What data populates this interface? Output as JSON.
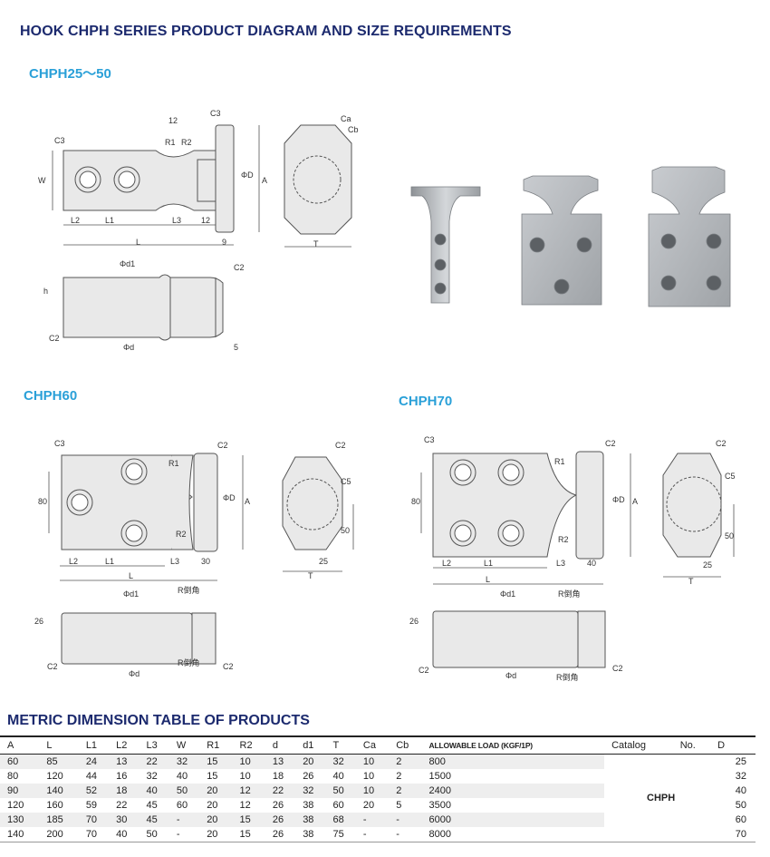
{
  "page_title": "HOOK CHPH SERIES PRODUCT DIAGRAM AND SIZE REQUIREMENTS",
  "sections": {
    "s1": "CHPH25～50",
    "s2": "CHPH60",
    "s3": "CHPH70"
  },
  "drawing_labels": {
    "c3": "C3",
    "c2": "C2",
    "c5": "C5",
    "ca": "Ca",
    "cb": "Cb",
    "w": "W",
    "l": "L",
    "l1": "L1",
    "l2": "L2",
    "l3": "L3",
    "n12": "12",
    "n9": "9",
    "n5": "5",
    "n80": "80",
    "n30": "30",
    "n40": "40",
    "n50": "50",
    "n25": "25",
    "n26": "26",
    "r1": "R1",
    "r2": "R2",
    "phid": "ΦD",
    "a": "A",
    "t": "T",
    "h": "h",
    "phid1": "Φd1",
    "phidsmall": "Φd",
    "rchamfer": "R倒角"
  },
  "table": {
    "title": "METRIC DIMENSION TABLE OF PRODUCTS",
    "headers": [
      "A",
      "L",
      "L1",
      "L2",
      "L3",
      "W",
      "R1",
      "R2",
      "d",
      "d1",
      "T",
      "Ca",
      "Cb",
      "ALLOWABLE LOAD (KGF/1P)",
      "Catalog",
      "No.",
      "D"
    ],
    "rows": [
      [
        "60",
        "85",
        "24",
        "13",
        "22",
        "32",
        "15",
        "10",
        "13",
        "20",
        "32",
        "10",
        "2",
        "800",
        "25"
      ],
      [
        "80",
        "120",
        "44",
        "16",
        "32",
        "40",
        "15",
        "10",
        "18",
        "26",
        "40",
        "10",
        "2",
        "1500",
        "32"
      ],
      [
        "90",
        "140",
        "52",
        "18",
        "40",
        "50",
        "20",
        "12",
        "22",
        "32",
        "50",
        "10",
        "2",
        "2400",
        "40"
      ],
      [
        "120",
        "160",
        "59",
        "22",
        "45",
        "60",
        "20",
        "12",
        "26",
        "38",
        "60",
        "20",
        "5",
        "3500",
        "50"
      ],
      [
        "130",
        "185",
        "70",
        "30",
        "45",
        "-",
        "20",
        "15",
        "26",
        "38",
        "68",
        "-",
        "-",
        "6000",
        "60"
      ],
      [
        "140",
        "200",
        "70",
        "40",
        "50",
        "-",
        "20",
        "15",
        "26",
        "38",
        "75",
        "-",
        "-",
        "8000",
        "70"
      ]
    ],
    "catalog_value": "CHPH"
  },
  "colors": {
    "title": "#1c2a6e",
    "subtitle": "#2aa0d8",
    "part_fill": "#e9e9e9",
    "line": "#555555",
    "metal": "#b8bcc0"
  }
}
